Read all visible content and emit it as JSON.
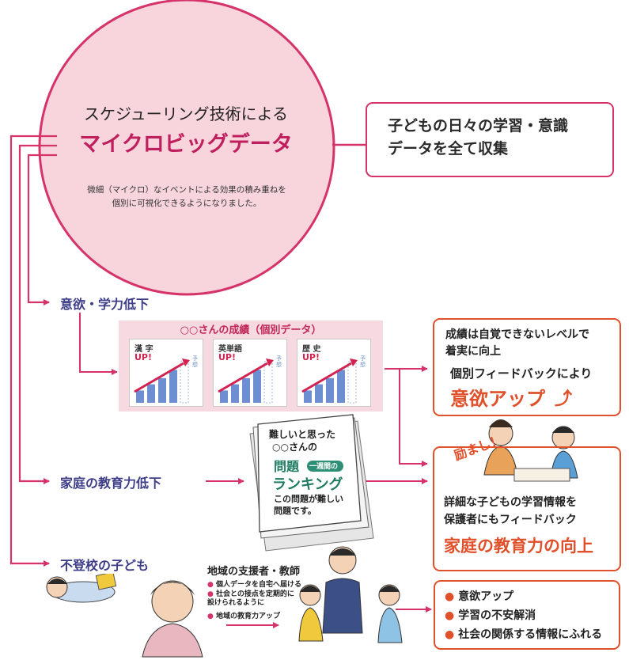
{
  "colors": {
    "pink": "#d5336a",
    "pink_fill": "#f8d5dc",
    "orange": "#e0502a",
    "navy": "#3d3d88",
    "bar_blue": "#6d8fd1"
  },
  "circle": {
    "title": "スケジューリング技術による",
    "emphasis": "マイクロビッグデータ",
    "note_line1": "微細（マイクロ）なイベントによる効果の積み重ねを",
    "note_line2": "個別に可視化できるようになりました。"
  },
  "collect_box": {
    "line1": "子どもの日々の学習・意識",
    "line2": "データを全て収集"
  },
  "branches": {
    "motivation": "意欲・学力低下",
    "family": "家庭の教育力低下",
    "truancy": "不登校の子ども"
  },
  "grades": {
    "title": "○○さんの成績（個別データ）",
    "up_label": "UP!",
    "forecast_label": "予想",
    "subjects": [
      {
        "name": "漢 字",
        "bars": [
          0.3,
          0.45,
          0.6,
          0.8
        ]
      },
      {
        "name": "英単語",
        "bars": [
          0.3,
          0.45,
          0.6,
          0.8
        ]
      },
      {
        "name": "歴 史",
        "bars": [
          0.3,
          0.45,
          0.6,
          0.8
        ]
      }
    ]
  },
  "paper": {
    "line1": "難しいと思った",
    "line2": "○○さんの",
    "word_problem": "問題",
    "badge": "一週間の",
    "word_ranking": "ランキング",
    "line3": "この問題が難しい",
    "line4": "問題です。"
  },
  "helpers": {
    "title": "地域の支援者・教師",
    "items": [
      "個人データを自宅へ届ける",
      "社会との接点を定期的に設けられるように",
      "地域の教育力アップ"
    ]
  },
  "result_motivation": {
    "line1": "成績は自覚できないレベルで",
    "line2": "着実に向上",
    "line3": "個別フィードバックにより",
    "headline": "意欲アップ"
  },
  "encourage": "励まし！",
  "result_family": {
    "line1": "詳細な子どもの学習情報を",
    "line2": "保護者にもフィードバック",
    "headline": "家庭の教育力の向上"
  },
  "result_truancy": {
    "items": [
      "意欲アップ",
      "学習の不安解消",
      "社会の関係する情報にふれる"
    ]
  }
}
